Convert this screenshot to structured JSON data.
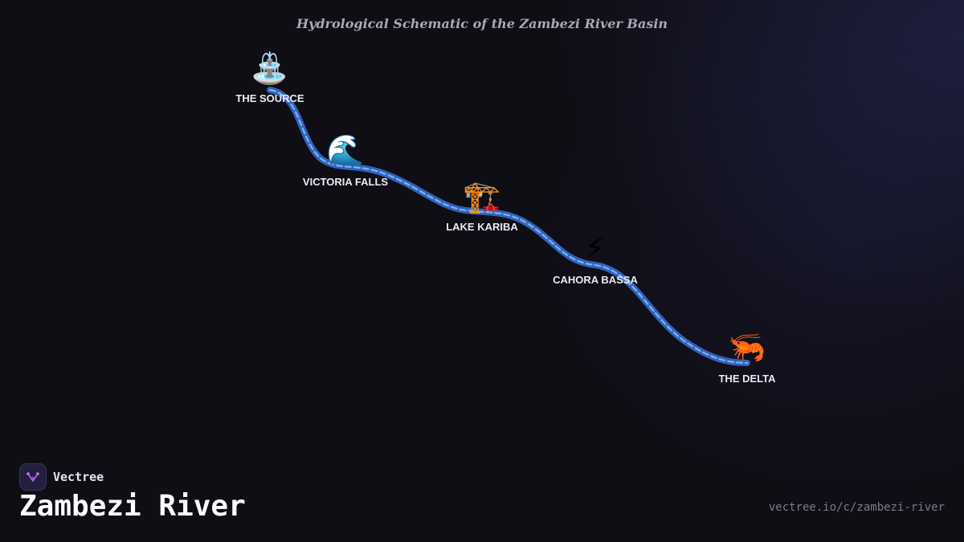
{
  "header": {
    "subtitle": "Hydrological Schematic of the Zambezi River Basin"
  },
  "diagram": {
    "stops": [
      {
        "id": "source",
        "label": "THE SOURCE",
        "icon": "fountain-icon",
        "glyph": "⛲"
      },
      {
        "id": "victoria-falls",
        "label": "VICTORIA FALLS",
        "icon": "wave-icon",
        "glyph": "🌊"
      },
      {
        "id": "lake-kariba",
        "label": "LAKE KARIBA",
        "icon": "construction-crane-icon",
        "glyph": "🏗️"
      },
      {
        "id": "cahora-bassa",
        "label": "CAHORA BASSA",
        "icon": "lightning-icon",
        "glyph": "⚡"
      },
      {
        "id": "delta",
        "label": "THE DELTA",
        "icon": "shrimp-icon",
        "glyph": "🦐"
      }
    ],
    "colors": {
      "river_outer": "#2f63b8",
      "river_inner": "#7fb0f5"
    }
  },
  "footer": {
    "brand_name": "Vectree",
    "brand_icon": "vectree-logo-icon",
    "title": "Zambezi River",
    "url": "vectree.io/c/zambezi-river"
  },
  "colors": {
    "background": "#0f0e15",
    "brand_accent": "#b65be8"
  }
}
